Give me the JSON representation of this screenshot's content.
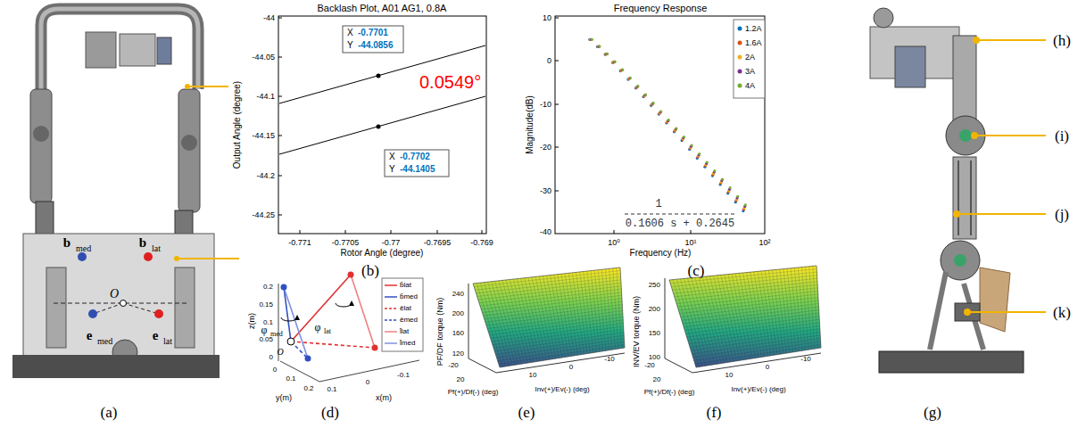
{
  "diagram": {
    "labels": [
      "b",
      "med",
      "b",
      "lat",
      "O",
      "e",
      "med",
      "e",
      "lat",
      "(a)",
      "Backlash Plot, A01 AG1, 0.8A",
      "Output Angle (degree)",
      "Rotor Angle (degree)",
      "-44",
      "-44.05",
      "-44.1",
      "-44.15",
      "-44.2",
      "-44.25",
      "-0.771",
      "-0.7705",
      "-0.77",
      "-0.7695",
      "-0.769",
      "X",
      "-0.7701",
      "Y",
      "-44.0856",
      "X",
      "-0.7702",
      "Y",
      "-44.1405",
      "0.0549°",
      "(b)",
      "Frequency Response",
      "Magnitude(dB)",
      "Frequency (Hz)",
      "10",
      "0",
      "-10",
      "-20",
      "-30",
      "-40",
      "10⁰",
      "10¹",
      "10²",
      "1",
      "0.1606 s + 0.2645",
      "(c)",
      "z(m)",
      "0.2",
      "0.15",
      "0.1",
      "0.05",
      "0",
      "y(m)",
      "0",
      "0.1",
      "0.2",
      "x(m)",
      "0.1",
      "0",
      "-0.1",
      "φ",
      "med",
      "φ",
      "lat",
      "O",
      "(d)",
      "PF/DF torque (Nm)",
      "240",
      "200",
      "160",
      "120",
      "-20",
      "20",
      "Pf(+)/Df(-) (deg)",
      "10",
      "0",
      "-10",
      "Inv(+)/Ev(-) (deg)",
      "(e)",
      "INV/EV torque (Nm)",
      "250",
      "200",
      "150",
      "100",
      "-20",
      "20",
      "Pf(+)/Df(-) (deg)",
      "10",
      "0",
      "-10",
      "Inv(+)/Ev(-) (deg)",
      "(f)",
      "(h)",
      "(i)",
      "(j)",
      "(k)",
      "(g)"
    ],
    "legend": [
      {
        "text": "1.2A",
        "color": "#0072BD"
      },
      {
        "text": "1.6A",
        "color": "#D95319"
      },
      {
        "text": "2A",
        "color": "#EDB120"
      },
      {
        "text": "3A",
        "color": "#7E2F8E"
      },
      {
        "text": "4A",
        "color": "#77AC30"
      },
      {
        "text": "b̂lat"
      },
      {
        "text": "b̂med"
      },
      {
        "text": "êlat"
      },
      {
        "text": "êmed"
      },
      {
        "text": "l̂lat"
      },
      {
        "text": "l̂med"
      }
    ]
  }
}
